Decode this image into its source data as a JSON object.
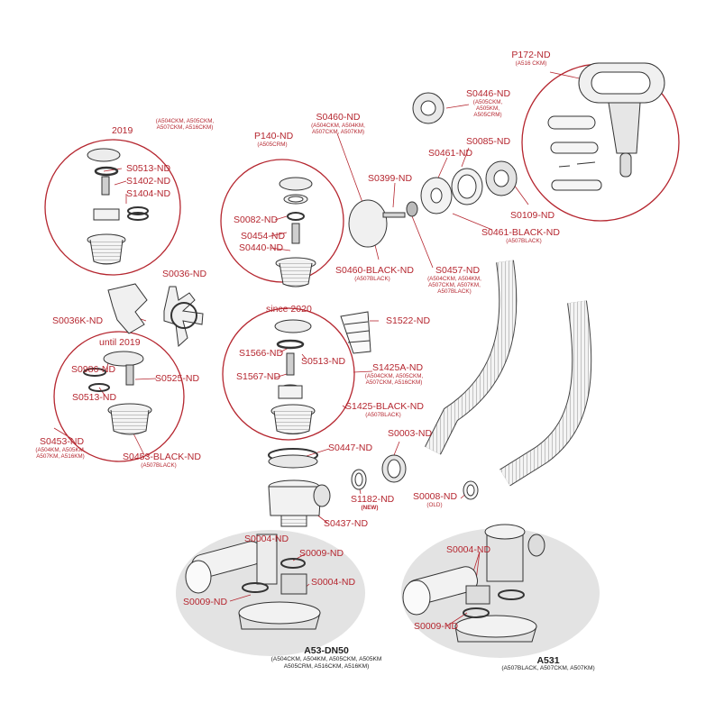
{
  "labels": {
    "p172": "P172-ND",
    "p172_sub": "(A516 CKM)",
    "s0446": "S0446-ND",
    "s0446_sub": "(A505CKM, A505KM, A505CRM)",
    "s0460": "S0460-ND",
    "s0460_sub": "(A504CKM, A504KM, A507CKM, A507KM)",
    "s0085": "S0085-ND",
    "s0461": "S0461-ND",
    "s0399": "S0399-ND",
    "s0109": "S0109-ND",
    "s0461b": "S0461-BLACK-ND",
    "s0461b_sub": "(A507BLACK)",
    "s0460b": "S0460-BLACK-ND",
    "s0460b_sub": "(A507BLACK)",
    "s0457": "S0457-ND",
    "s0457_sub": "(A504CKM, A504KM, A507CKM, A507KM, A507BLACK)",
    "y2019": "2019",
    "y2019_sub": "(A504CKM, A505CKM, A507CKM, A516CKM)",
    "s0513a": "S0513-ND",
    "s1402": "S1402-ND",
    "s1404": "S1404-ND",
    "p140": "P140-ND",
    "p140_sub": "(A505CRM)",
    "s0082": "S0082-ND",
    "s0454": "S0454-ND",
    "s0440": "S0440-ND",
    "s0036": "S0036-ND",
    "s0036k": "S0036K-ND",
    "until2019": "until 2019",
    "s0986": "S0986-ND",
    "s0525": "S0525-ND",
    "s0513b": "S0513-ND",
    "s0453": "S0453-ND",
    "s0453_sub": "(A504KM, A505KM, A507KM, A516KM)",
    "s0453b": "S0453-BLACK-ND",
    "s0453b_sub": "(A507BLACK)",
    "since2020": "since 2020",
    "s1522": "S1522-ND",
    "s1566": "S1566-ND",
    "s0513c": "S0513-ND",
    "s1425a": "S1425A-ND",
    "s1425a_sub": "(A504CKM, A505CKM, A507CKM, A516CKM)",
    "s1567": "S1567-ND",
    "s1425b": "S1425-BLACK-ND",
    "s1425b_sub": "(A507BLACK)",
    "s0447": "S0447-ND",
    "s0003": "S0003-ND",
    "s1182": "S1182-ND",
    "s1182_sub": "(NEW)",
    "s0437": "S0437-ND",
    "s0008": "S0008-ND",
    "s0008_sub": "(OLD)",
    "s0004a": "S0004-ND",
    "s0009a": "S0009-ND",
    "s0004b": "S0004-ND",
    "s0009b": "S0009-ND",
    "s0004c": "S0004-ND",
    "s0009c": "S0009-ND",
    "a53": "A53-DN50",
    "a53_sub": "(A504CKM, A504KM, A505CKM, A505KM A505CRM, A516CKM, A516KM)",
    "a531": "A531",
    "a531_sub": "(A507BLACK, A507CKM, A507KM)"
  },
  "colors": {
    "accent": "#b5262f",
    "ink": "#333333",
    "bubble": "#e6e6e6"
  }
}
